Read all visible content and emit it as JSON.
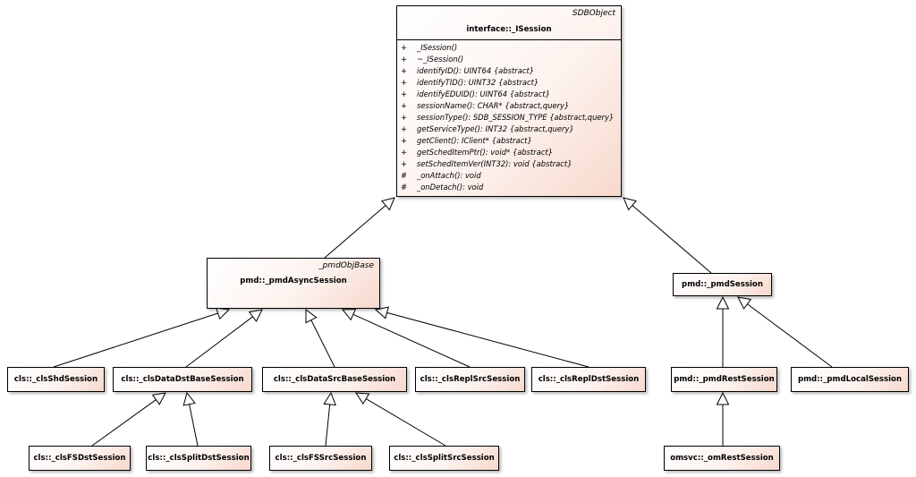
{
  "interface": {
    "stereotype": "SDBObject",
    "name": "interface::_ISession",
    "operations": [
      {
        "vis": "+",
        "text": "_ISession()"
      },
      {
        "vis": "+",
        "text": "~_ISession()"
      },
      {
        "vis": "+",
        "text": "identifyID(): UINT64 {abstract}"
      },
      {
        "vis": "+",
        "text": "identifyTID(): UINT32 {abstract}"
      },
      {
        "vis": "+",
        "text": "identifyEDUID(): UINT64 {abstract}"
      },
      {
        "vis": "+",
        "text": "sessionName(): CHAR* {abstract,query}"
      },
      {
        "vis": "+",
        "text": "sessionType(): SDB_SESSION_TYPE {abstract,query}"
      },
      {
        "vis": "+",
        "text": "getServiceType(): INT32 {abstract,query}"
      },
      {
        "vis": "+",
        "text": "getClient(): IClient* {abstract}"
      },
      {
        "vis": "+",
        "text": "getSchedItemPtr(): void* {abstract}"
      },
      {
        "vis": "+",
        "text": "setSchedItemVer(INT32): void {abstract}"
      },
      {
        "vis": "#",
        "text": "_onAttach(): void"
      },
      {
        "vis": "#",
        "text": "_onDetach(): void"
      }
    ]
  },
  "classes": {
    "pmdAsyncSession": {
      "stereotype": "_pmdObjBase",
      "name": "pmd::_pmdAsyncSession"
    },
    "pmdSession": {
      "name": "pmd::_pmdSession"
    },
    "clsShdSession": {
      "name": "cls::_clsShdSession"
    },
    "clsDataDstBaseSession": {
      "name": "cls::_clsDataDstBaseSession"
    },
    "clsDataSrcBaseSession": {
      "name": "cls::_clsDataSrcBaseSession"
    },
    "clsReplSrcSession": {
      "name": "cls::_clsReplSrcSession"
    },
    "clsReplDstSession": {
      "name": "cls::_clsReplDstSession"
    },
    "pmdRestSession": {
      "name": "pmd::_pmdRestSession"
    },
    "pmdLocalSession": {
      "name": "pmd::_pmdLocalSession"
    },
    "clsFSDstSession": {
      "name": "cls::_clsFSDstSession"
    },
    "clsSplitDstSession": {
      "name": "cls::_clsSplitDstSession"
    },
    "clsFSSrcSession": {
      "name": "cls::_clsFSSrcSession"
    },
    "clsSplitSrcSession": {
      "name": "cls::_clsSplitSrcSession"
    },
    "omRestSession": {
      "name": "omsvc::_omRestSession"
    }
  },
  "generalizations": [
    {
      "from": "pmdAsyncSession",
      "to": "interface"
    },
    {
      "from": "pmdSession",
      "to": "interface"
    },
    {
      "from": "clsShdSession",
      "to": "pmdAsyncSession"
    },
    {
      "from": "clsDataDstBaseSession",
      "to": "pmdAsyncSession"
    },
    {
      "from": "clsDataSrcBaseSession",
      "to": "pmdAsyncSession"
    },
    {
      "from": "clsReplSrcSession",
      "to": "pmdAsyncSession"
    },
    {
      "from": "clsReplDstSession",
      "to": "pmdAsyncSession"
    },
    {
      "from": "pmdRestSession",
      "to": "pmdSession"
    },
    {
      "from": "pmdLocalSession",
      "to": "pmdSession"
    },
    {
      "from": "clsFSDstSession",
      "to": "clsDataDstBaseSession"
    },
    {
      "from": "clsSplitDstSession",
      "to": "clsDataDstBaseSession"
    },
    {
      "from": "clsFSSrcSession",
      "to": "clsDataSrcBaseSession"
    },
    {
      "from": "clsSplitSrcSession",
      "to": "clsDataSrcBaseSession"
    },
    {
      "from": "omRestSession",
      "to": "pmdRestSession"
    }
  ]
}
